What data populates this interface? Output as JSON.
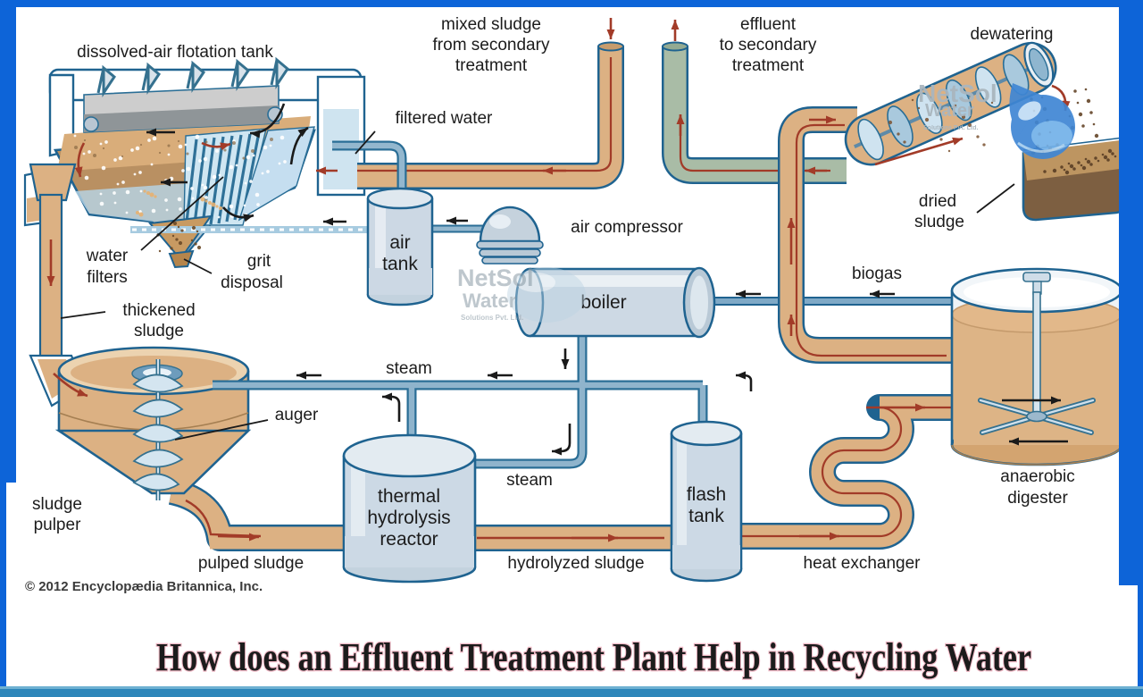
{
  "title": {
    "text": "How does an Effluent Treatment Plant Help in Recycling Water",
    "color": "#1c1db0"
  },
  "credit": "© 2012 Encyclopædia Britannica, Inc.",
  "watermark": {
    "name": "NetSol",
    "sub": "Water",
    "tagline": "Solutions Pvt. Ltd."
  },
  "labels": {
    "flotation_tank": "dissolved-air flotation tank",
    "mixed_sludge": [
      "mixed sludge",
      "from secondary",
      "treatment"
    ],
    "effluent": [
      "effluent",
      "to secondary",
      "treatment"
    ],
    "dewatering": "dewatering",
    "filtered_water": "filtered water",
    "air_compressor": "air compressor",
    "air_tank": [
      "air",
      "tank"
    ],
    "water_filters": [
      "water",
      "filters"
    ],
    "grit_disposal": [
      "grit",
      "disposal"
    ],
    "thickened_sludge": [
      "thickened",
      "sludge"
    ],
    "boiler": "boiler",
    "biogas": "biogas",
    "dried_sludge": [
      "dried",
      "sludge"
    ],
    "steam": "steam",
    "auger": "auger",
    "sludge_pulper": [
      "sludge",
      "pulper"
    ],
    "thermal_reactor": [
      "thermal",
      "hydrolysis",
      "reactor"
    ],
    "flash_tank": [
      "flash",
      "tank"
    ],
    "anaerobic_digester": [
      "anaerobic",
      "digester"
    ],
    "pulped_sludge": "pulped sludge",
    "hydrolyzed_sludge": "hydrolyzed sludge",
    "heat_exchanger": "heat exchanger"
  },
  "colors": {
    "frame_blue": "#0d64d8",
    "bottom_bar": "#2e86ba",
    "pipe_sludge": "#dcb183",
    "pipe_effluent": "#a9bca6",
    "pipe_steam_fill": "#8fb4cc",
    "outline_blue": "#1f6390",
    "flow_arrow_red": "#a23b28",
    "vessel_gray": "#ccd9e5",
    "title_blue": "#1c1db0"
  }
}
